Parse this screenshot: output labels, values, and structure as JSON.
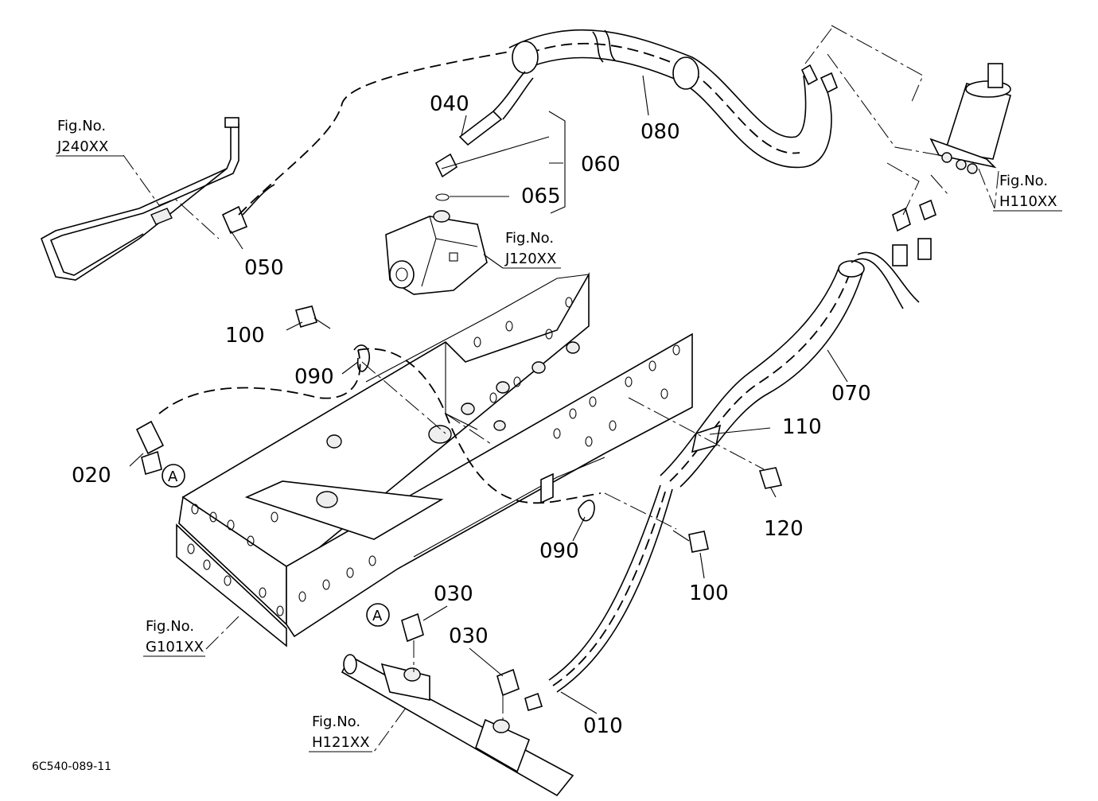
{
  "diagram": {
    "part_labels": [
      {
        "id": "p040",
        "text": "040"
      },
      {
        "id": "p080",
        "text": "080"
      },
      {
        "id": "p060",
        "text": "060"
      },
      {
        "id": "p065",
        "text": "065"
      },
      {
        "id": "p050",
        "text": "050"
      },
      {
        "id": "p100a",
        "text": "100"
      },
      {
        "id": "p090a",
        "text": "090"
      },
      {
        "id": "p020",
        "text": "020"
      },
      {
        "id": "p070",
        "text": "070"
      },
      {
        "id": "p110",
        "text": "110"
      },
      {
        "id": "p120",
        "text": "120"
      },
      {
        "id": "p090b",
        "text": "090"
      },
      {
        "id": "p100b",
        "text": "100"
      },
      {
        "id": "p030a",
        "text": "030"
      },
      {
        "id": "p030b",
        "text": "030"
      },
      {
        "id": "p010",
        "text": "010"
      }
    ],
    "figure_refs": [
      {
        "id": "j240",
        "label": "Fig.No.",
        "code": "J240XX"
      },
      {
        "id": "j120",
        "label": "Fig.No.",
        "code": "J120XX"
      },
      {
        "id": "h110",
        "label": "Fig.No.",
        "code": "H110XX"
      },
      {
        "id": "g101",
        "label": "Fig.No.",
        "code": "G101XX"
      },
      {
        "id": "h121",
        "label": "Fig.No.",
        "code": "H121XX"
      }
    ],
    "connectors": [
      {
        "id": "ca1",
        "text": "A"
      },
      {
        "id": "ca2",
        "text": "A"
      }
    ],
    "drawing_code": "6C540-089-11"
  }
}
